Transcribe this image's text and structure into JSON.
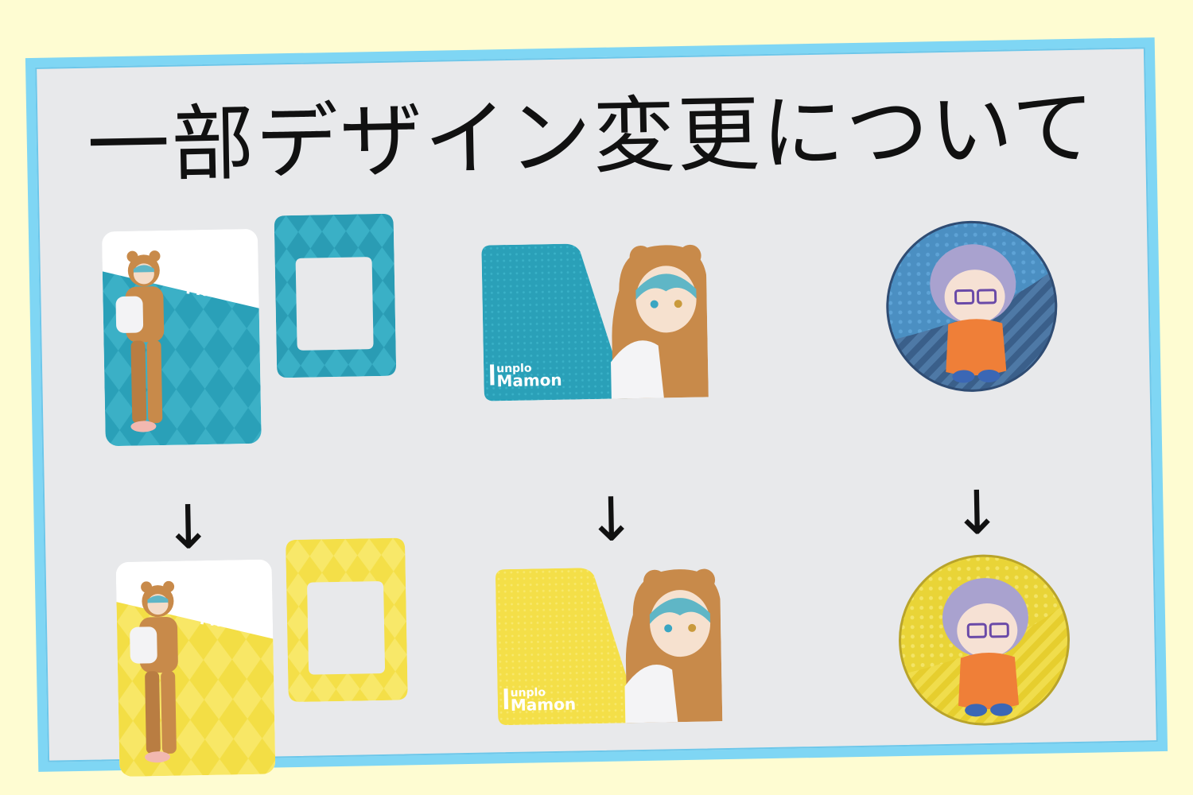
{
  "title": "一部デザイン変更について",
  "arrow_glyph": "↓",
  "card_name": "Mamon",
  "mat_small": "unplo",
  "mat_large": "Mamon",
  "colors": {
    "frame_border": "#7fd6f4",
    "board_bg": "#e8e9eb",
    "page_bg": "#fefcd2",
    "before_accent": "#2aa0b8",
    "after_accent": "#f6e04a"
  },
  "icons": [
    "card-character-image",
    "mat-character-image",
    "badge-character-image"
  ]
}
